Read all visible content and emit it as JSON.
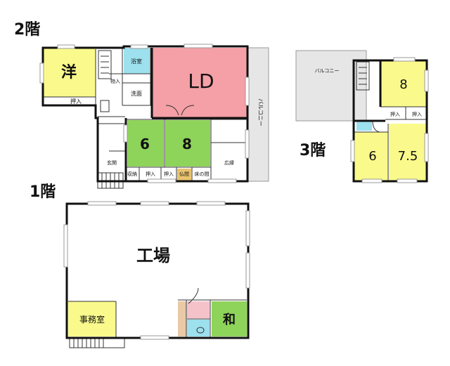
{
  "floors": {
    "second": {
      "heading": "2階",
      "rooms": {
        "western": "洋",
        "bath": "浴室",
        "closet_small": "物入",
        "washroom": "洗面",
        "ld": "LD",
        "balcony": "バルコニー",
        "tatami6": "6",
        "tatami8": "8",
        "entrance": "玄関",
        "storage": "収納",
        "oshiire_a": "押入",
        "oshiire_b": "押入",
        "butsuma": "仏間",
        "tokonoma": "床の間",
        "hiroen": "広縁",
        "oshiire_top": "押入"
      },
      "colors": {
        "western": "#fafa8c",
        "ld": "#f4a0a6",
        "tatami": "#8ed35a",
        "bath": "#9de0ee",
        "butsuma": "#e9c36e",
        "balcony": "#e6e6e6"
      }
    },
    "third": {
      "heading": "3階",
      "rooms": {
        "balcony": "バルコニー",
        "room8": "8",
        "oshiire_a": "押入",
        "oshiire_b": "押入",
        "room6": "6",
        "room75": "7.5"
      },
      "colors": {
        "room": "#fafa8c",
        "balcony": "#e6e6e6",
        "stair_bath": "#9de0ee"
      }
    },
    "first": {
      "heading": "1階",
      "rooms": {
        "factory": "工場",
        "office": "事務室",
        "washitsu": "和"
      },
      "colors": {
        "office": "#fafa8c",
        "washitsu": "#8ed35a",
        "wc": "#f4c2c8",
        "wc2": "#9de0ee",
        "hall": "#e9c9a6"
      }
    }
  }
}
